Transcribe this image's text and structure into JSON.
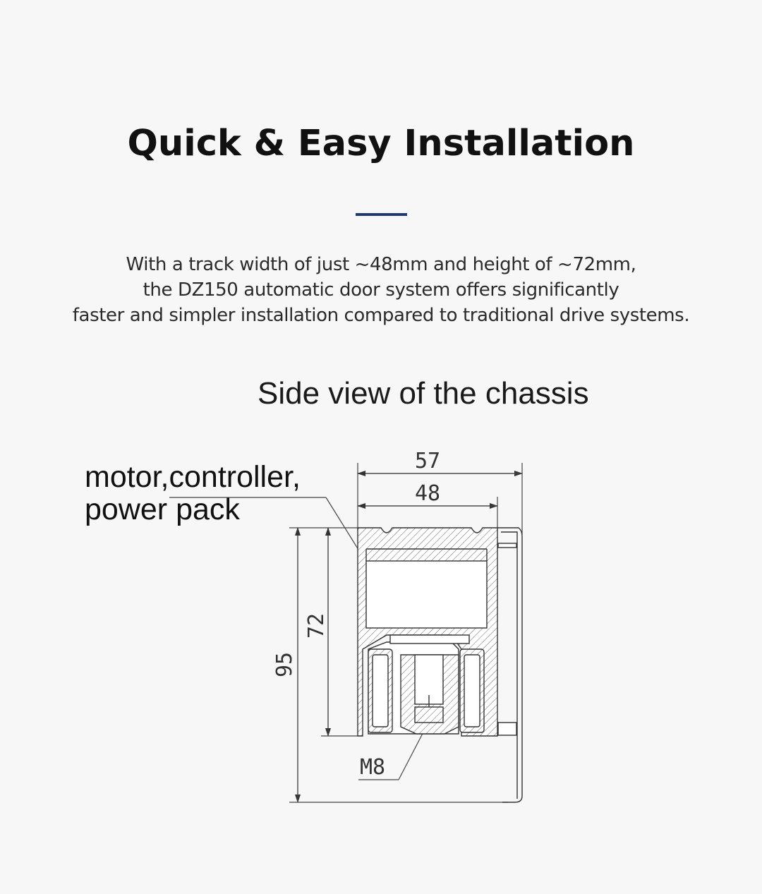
{
  "header": {
    "title": "Quick & Easy Installation",
    "underline_color": "#1f3a6b"
  },
  "intro": {
    "lines": [
      "With a track width of just ~48mm and height of ~72mm,",
      "the DZ150 automatic door system offers significantly",
      "faster and simpler installation compared to traditional drive systems."
    ]
  },
  "diagram": {
    "caption": "Side view of the chassis",
    "callout_lines": [
      "motor,controller,",
      "power pack"
    ],
    "dimensions": {
      "overall_width": "57",
      "track_width": "48",
      "track_height": "72",
      "overall_height": "95",
      "thread": "M8"
    }
  }
}
